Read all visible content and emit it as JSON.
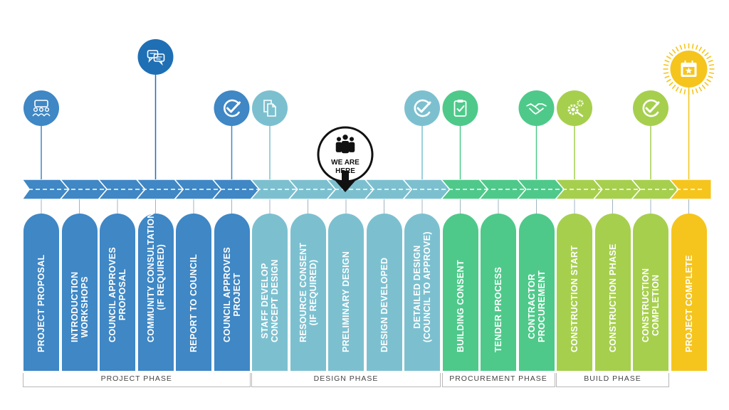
{
  "stages": [
    {
      "id": "project-proposal",
      "lines": [
        "PROJECT PROPOSAL"
      ],
      "phase": "project",
      "icon": "meeting-people-icon"
    },
    {
      "id": "introduction-workshops",
      "lines": [
        "INTRODUCTION",
        "WORKSHOPS"
      ],
      "phase": "project",
      "icon": ""
    },
    {
      "id": "council-approves-proposal",
      "lines": [
        "COUNCIL APPROVES",
        "PROPOSAL"
      ],
      "phase": "project",
      "icon": ""
    },
    {
      "id": "community-consultation",
      "lines": [
        "COMMUNITY CONSULTATION",
        "(IF REQUIRED)"
      ],
      "phase": "project",
      "icon": "chat-bubbles-icon"
    },
    {
      "id": "report-to-council",
      "lines": [
        "REPORT TO COUNCIL"
      ],
      "phase": "project",
      "icon": ""
    },
    {
      "id": "council-approves-project",
      "lines": [
        "COUNCIL APPROVES",
        "PROJECT"
      ],
      "phase": "project",
      "icon": "check-circle-icon"
    },
    {
      "id": "staff-develop-concept-design",
      "lines": [
        "STAFF DEVELOP",
        "CONCEPT DESIGN"
      ],
      "phase": "design",
      "icon": "documents-icon"
    },
    {
      "id": "resource-consent",
      "lines": [
        "RESOURCE CONSENT",
        "(IF REQUIRED)"
      ],
      "phase": "design",
      "icon": ""
    },
    {
      "id": "preliminary-design",
      "lines": [
        "PRELIMINARY DESIGN"
      ],
      "phase": "design",
      "icon": ""
    },
    {
      "id": "design-developed",
      "lines": [
        "DESIGN DEVELOPED"
      ],
      "phase": "design",
      "icon": ""
    },
    {
      "id": "detailed-design",
      "lines": [
        "DETAILED DESIGN",
        "(COUNCIL TO APPROVE)"
      ],
      "phase": "design",
      "icon": "check-circle-icon"
    },
    {
      "id": "building-consent",
      "lines": [
        "BUILDING CONSENT"
      ],
      "phase": "procurement",
      "icon": "clipboard-check-icon"
    },
    {
      "id": "tender-process",
      "lines": [
        "TENDER PROCESS"
      ],
      "phase": "procurement",
      "icon": ""
    },
    {
      "id": "contractor-procurement",
      "lines": [
        "CONTRACTOR",
        "PROCUREMENT"
      ],
      "phase": "procurement",
      "icon": "handshake-icon"
    },
    {
      "id": "construction-start",
      "lines": [
        "CONSTRUCTION START"
      ],
      "phase": "build",
      "icon": "gears-icon"
    },
    {
      "id": "construction-phase",
      "lines": [
        "CONSTRUCTION PHASE"
      ],
      "phase": "build",
      "icon": ""
    },
    {
      "id": "construction-completion",
      "lines": [
        "CONSTRUCTION",
        "COMPLETION"
      ],
      "phase": "build",
      "icon": "check-circle-icon"
    },
    {
      "id": "project-complete",
      "lines": [
        "PROJECT COMPLETE"
      ],
      "phase": "complete",
      "icon": "calendar-star-icon"
    }
  ],
  "phases": [
    {
      "id": "project",
      "label": "PROJECT PHASE"
    },
    {
      "id": "design",
      "label": "DESIGN PHASE"
    },
    {
      "id": "procurement",
      "label": "PROCUREMENT PHASE"
    },
    {
      "id": "build",
      "label": "BUILD PHASE"
    }
  ],
  "colors": {
    "project": "#3f87c5",
    "design": "#7cc0d0",
    "procurement": "#4ec98a",
    "build": "#a6cf4e",
    "complete": "#f5c51e",
    "community_marker": "#1f6fb5",
    "we_are_here": "#111111"
  },
  "we_are_here": {
    "line1": "WE ARE",
    "line2": "HERE",
    "stage": "preliminary-design",
    "icon": "group-people-icon"
  }
}
